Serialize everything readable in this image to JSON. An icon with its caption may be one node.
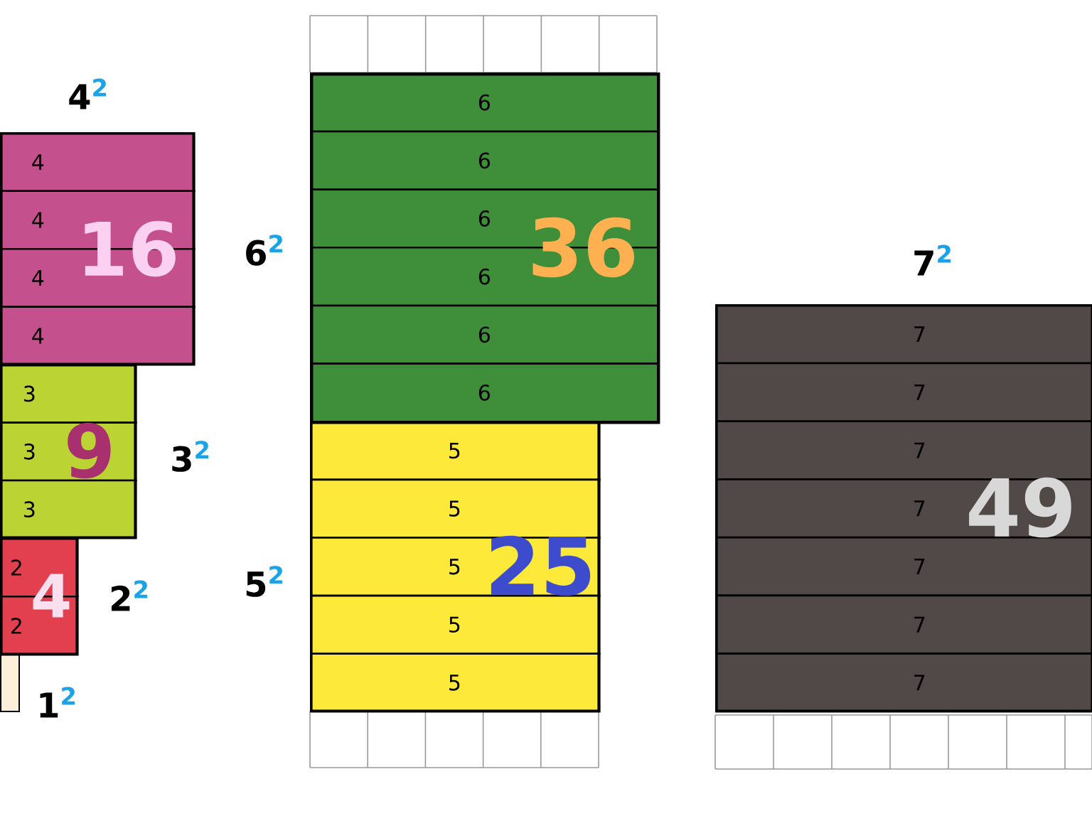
{
  "diagram": {
    "nodes": [
      {
        "text": [],
        "shape": "box"
      },
      {
        "text": [
          "4"
        ],
        "in": 0
      },
      {
        "text": [
          "4"
        ],
        "in": 0
      },
      {
        "text": [
          "4"
        ],
        "in": 0
      },
      {
        "text": [
          "4"
        ],
        "in": 0
      },
      {
        "text": [],
        "shape": "box"
      },
      {
        "text": [
          "3"
        ],
        "in": 5
      },
      {
        "text": [
          "3"
        ],
        "in": 5
      },
      {
        "text": [
          "3"
        ],
        "in": 5
      },
      {
        "text": [],
        "shape": "box"
      },
      {
        "text": [
          "2"
        ],
        "in": 9
      },
      {
        "text": [
          "2"
        ],
        "in": 9
      },
      {
        "text": [],
        "shape": "box"
      },
      {
        "text": [],
        "shape": "box"
      },
      {
        "text": [
          "6"
        ],
        "in": 13
      },
      {
        "text": [
          "6"
        ],
        "in": 13
      },
      {
        "text": [
          "6"
        ],
        "in": 13
      },
      {
        "text": [
          "6"
        ],
        "in": 13
      },
      {
        "text": [
          "6"
        ],
        "in": 13
      },
      {
        "text": [
          "6"
        ],
        "in": 13
      },
      {
        "text": [],
        "shape": "box"
      },
      {
        "text": [
          "5"
        ],
        "in": 20
      },
      {
        "text": [
          "5"
        ],
        "in": 20
      },
      {
        "text": [
          "5"
        ],
        "in": 20
      },
      {
        "text": [
          "5"
        ],
        "in": 20
      },
      {
        "text": [
          "5"
        ],
        "in": 20
      },
      {
        "text": [],
        "shape": "box"
      },
      {
        "text": [
          "7"
        ],
        "in": 26
      },
      {
        "text": [
          "7"
        ],
        "in": 26
      },
      {
        "text": [
          "7"
        ],
        "in": 26
      },
      {
        "text": [
          "7"
        ],
        "in": 26
      },
      {
        "text": [
          "7"
        ],
        "in": 26
      },
      {
        "text": [
          "7"
        ],
        "in": 26
      },
      {
        "text": [
          "7"
        ],
        "in": 26
      }
    ],
    "labels": [
      "4$^{2}$",
      "16",
      "6$^{2}$",
      "36",
      "7$^{2}$",
      "9",
      "3$^{2}$",
      "49",
      "25",
      "5$^{2}$",
      "4",
      "2$^{2}$",
      "1$^{2}$"
    ]
  }
}
